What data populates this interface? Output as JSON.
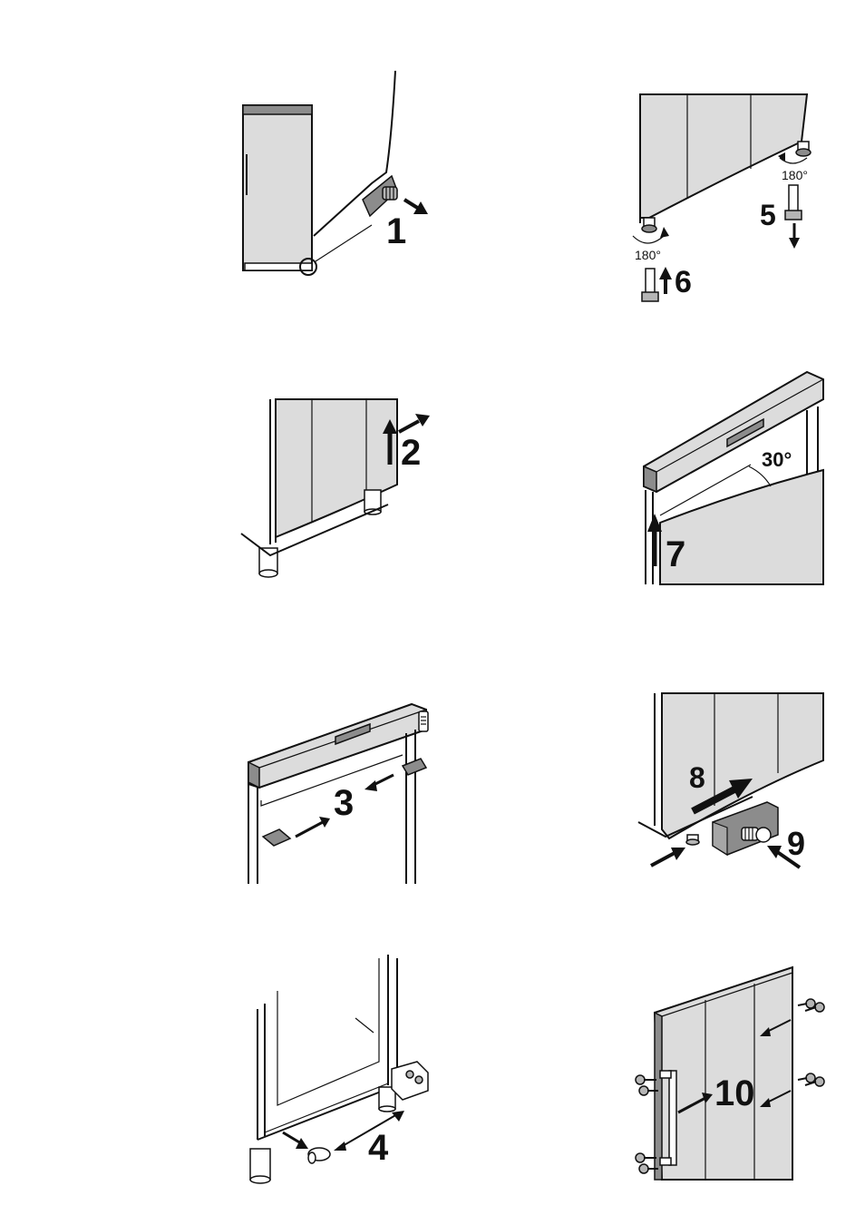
{
  "steps": {
    "s1": "1",
    "s2": "2",
    "s3": "3",
    "s4": "4",
    "s5": "5",
    "s6": "6",
    "s7": "7",
    "s8": "8",
    "s9": "9",
    "s10": "10"
  },
  "angles": {
    "rotate_right": "180°",
    "rotate_left": "180°",
    "door_open": "30°"
  }
}
